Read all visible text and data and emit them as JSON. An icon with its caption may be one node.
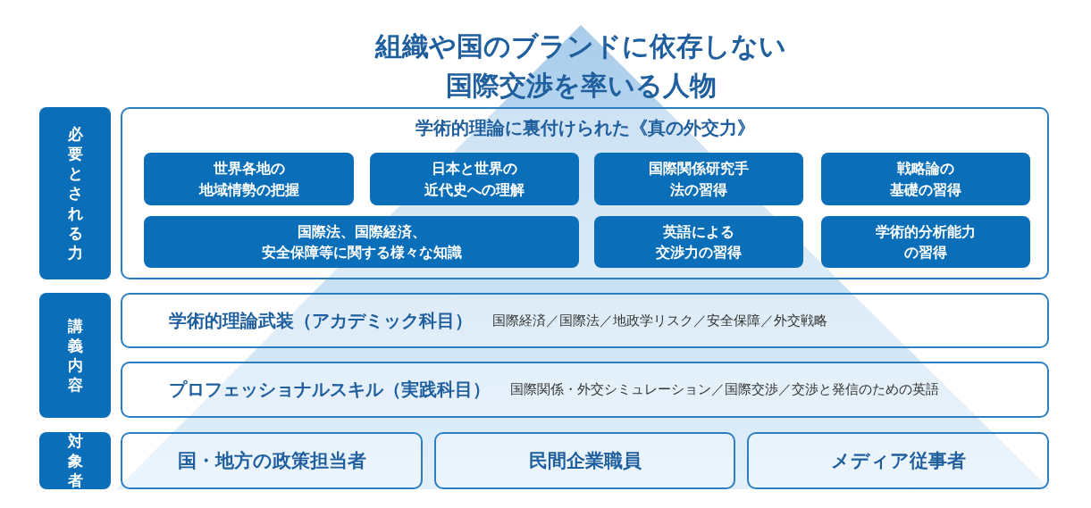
{
  "diagram": {
    "title": "組織や国のブランドに依存しない国際交渉を率いる人物",
    "nodes": [
      {
        "text": [
          "必要とされる力"
        ]
      },
      {
        "text": [
          "講義内容"
        ]
      },
      {
        "text": [
          "対象者"
        ]
      },
      {
        "text": [
          "学術的理論に裏付けられた《真の外交力》"
        ]
      },
      {
        "text": [
          "世界各地の地域情勢の把握"
        ],
        "in": 3
      },
      {
        "text": [
          "日本と世界の近代史への理解"
        ],
        "in": 3
      },
      {
        "text": [
          "国際関係研究手法の習得"
        ],
        "in": 3
      },
      {
        "text": [
          "戦略論の基礎の習得"
        ],
        "in": 3
      },
      {
        "text": [
          "国際法、国際経済、安全保障等に関する様々な知識"
        ],
        "in": 3
      },
      {
        "text": [
          "英語による交渉力の習得"
        ],
        "in": 3
      },
      {
        "text": [
          "学術的分析能力の習得"
        ],
        "in": 3
      },
      {
        "text": [
          "学術的理論武装（アカデミック科目）",
          "国際経済／国際法／地政学リスク／安全保障／外交戦略"
        ]
      },
      {
        "text": [
          "プロフェッショナルスキル（実践科目）",
          "国際関係・外交シミュレーション／国際交渉／交渉と発信のための英語"
        ]
      },
      {
        "text": [
          "国・地方の政策担当者"
        ]
      },
      {
        "text": [
          "民間企業職員"
        ]
      },
      {
        "text": [
          "メディア従事者"
        ]
      }
    ],
    "edges": []
  }
}
